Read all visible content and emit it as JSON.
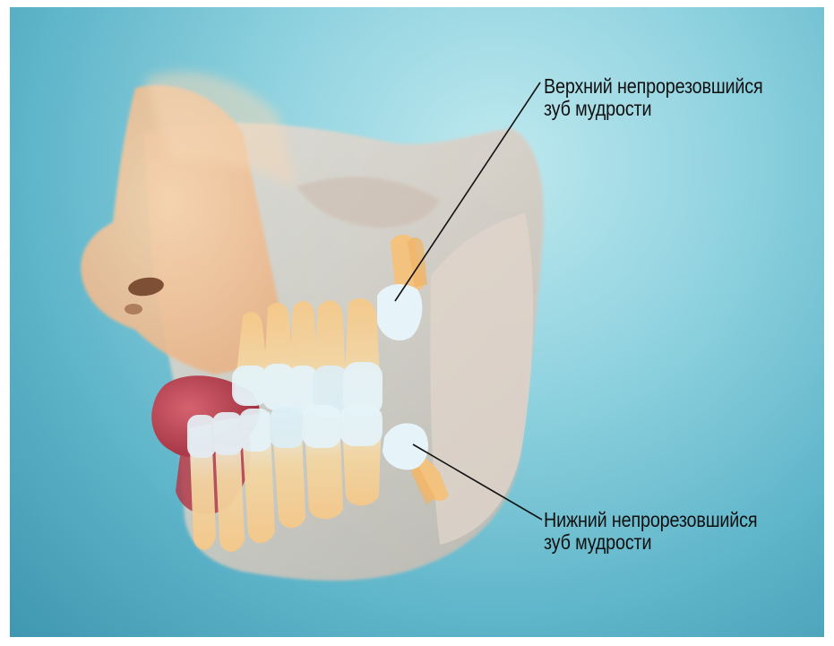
{
  "labels": {
    "upper": {
      "line1": "Верхний непрорезовшийся",
      "line2": "зуб мудрости"
    },
    "lower": {
      "line1": "Нижний непрорезовшийся",
      "line2": "зуб мудрости"
    }
  },
  "colors": {
    "background": "#5cb3c8",
    "bone": "#d9cdc4",
    "skin": "#f0c49a",
    "gum": "#b6414f",
    "enamel": "#e4f3fa",
    "root": "#f2c27b"
  }
}
